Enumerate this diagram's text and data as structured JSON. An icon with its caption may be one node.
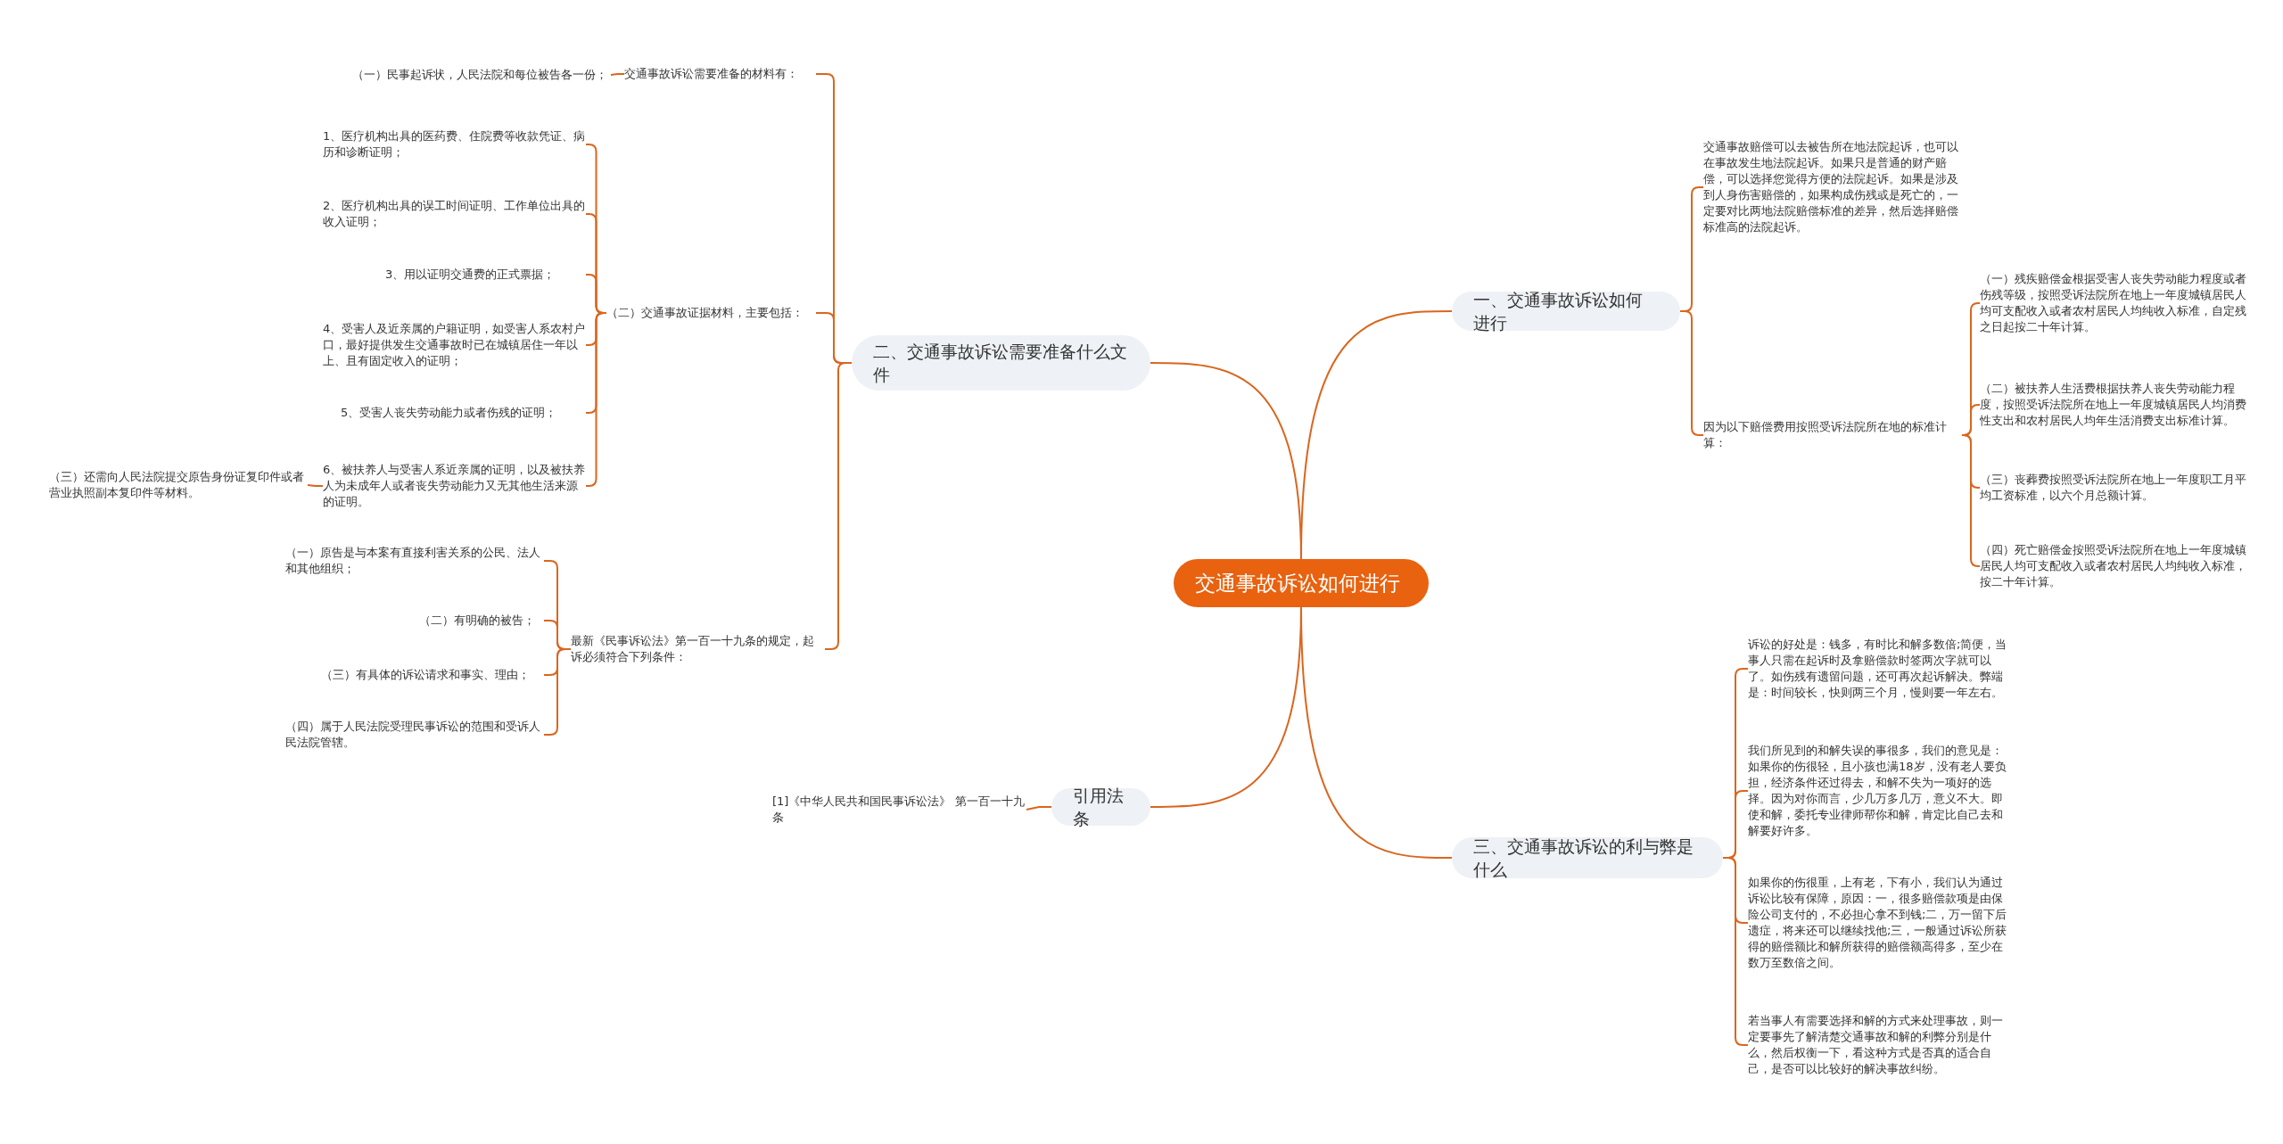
{
  "diagram": {
    "nodes": [
      {
        "text": [
          "交通事故诉讼如何进行"
        ]
      },
      {
        "text": [
          "一、交通事故诉讼如何进行"
        ]
      },
      {
        "text": [
          "交通事故赔偿可以去被告所在地法院起诉，也可以在事故发生地法院起诉。如果只是普通的财产赔偿，可以选择您觉得方便的法院起诉。如果是涉及到人身伤害赔偿的，如果构成伤残或是死亡的，一定要对比两地法院赔偿标准的差异，然后选择赔偿标准高的法院起诉。"
        ]
      },
      {
        "text": [
          "因为以下赔偿费用按照受诉法院所在地的标准计算："
        ]
      },
      {
        "text": [
          "（一）残疾赔偿金根据受害人丧失劳动能力程度或者伤残等级，按照受诉法院所在地上一年度城镇居民人均可支配收入或者农村居民人均纯收入标准，自定残之日起按二十年计算。"
        ]
      },
      {
        "text": [
          "（二）被扶养人生活费根据扶养人丧失劳动能力程度，按照受诉法院所在地上一年度城镇居民人均消费性支出和农村居民人均年生活消费支出标准计算。"
        ]
      },
      {
        "text": [
          "（三）丧葬费按照受诉法院所在地上一年度职工月平均工资标准，以六个月总额计算。"
        ]
      },
      {
        "text": [
          "（四）死亡赔偿金按照受诉法院所在地上一年度城镇居民人均可支配收入或者农村居民人均纯收入标准，按二十年计算。"
        ]
      },
      {
        "text": [
          "二、交通事故诉讼需要准备什么文件"
        ]
      },
      {
        "text": [
          "交通事故诉讼需要准备的材料有："
        ]
      },
      {
        "text": [
          "（一）民事起诉状，人民法院和每位被告各一份；"
        ]
      },
      {
        "text": [
          "（二）交通事故证据材料，主要包括："
        ]
      },
      {
        "text": [
          "1、医疗机构出具的医药费、住院费等收款凭证、病历和诊断证明；"
        ]
      },
      {
        "text": [
          "2、医疗机构出具的误工时间证明、工作单位出具的收入证明；"
        ]
      },
      {
        "text": [
          "3、用以证明交通费的正式票据；"
        ]
      },
      {
        "text": [
          "4、受害人及近亲属的户籍证明，如受害人系农村户口，最好提供发生交通事故时已在城镇居住一年以上、且有固定收入的证明；"
        ]
      },
      {
        "text": [
          "5、受害人丧失劳动能力或者伤残的证明；"
        ]
      },
      {
        "text": [
          "6、被扶养人与受害人系近亲属的证明，以及被扶养人为未成年人或者丧失劳动能力又无其他生活来源的证明。"
        ]
      },
      {
        "text": [
          "（三）还需向人民法院提交原告身份证复印件或者营业执照副本复印件等材料。"
        ]
      },
      {
        "text": [
          "最新《民事诉讼法》第一百一十九条的规定，起诉必须符合下列条件："
        ]
      },
      {
        "text": [
          "（一）原告是与本案有直接利害关系的公民、法人和其他组织；"
        ]
      },
      {
        "text": [
          "（二）有明确的被告；"
        ]
      },
      {
        "text": [
          "（三）有具体的诉讼请求和事实、理由；"
        ]
      },
      {
        "text": [
          "（四）属于人民法院受理民事诉讼的范围和受诉人民法院管辖。"
        ]
      },
      {
        "text": [
          "引用法条"
        ]
      },
      {
        "text": [
          "[1]《中华人民共和国民事诉讼法》 第一百一十九条"
        ]
      },
      {
        "text": [
          "三、交通事故诉讼的利与弊是什么"
        ]
      },
      {
        "text": [
          "诉讼的好处是：钱多，有时比和解多数倍;简便，当事人只需在起诉时及拿赔偿款时签两次字就可以了。如伤残有遗留问题，还可再次起诉解决。弊端是：时间较长，快则两三个月，慢则要一年左右。"
        ]
      },
      {
        "text": [
          "我们所见到的和解失误的事很多，我们的意见是：如果你的伤很轻，且小孩也满18岁，没有老人要负担，经济条件还过得去，和解不失为一项好的选择。因为对你而言，少几万多几万，意义不大。即使和解，委托专业律师帮你和解，肯定比自己去和解要好许多。"
        ]
      },
      {
        "text": [
          "如果你的伤很重，上有老，下有小，我们认为通过诉讼比较有保障，原因：一，很多赔偿款项是由保险公司支付的，不必担心拿不到钱;二，万一留下后遗症，将来还可以继续找他;三，一般通过诉讼所获得的赔偿额比和解所获得的赔偿额高得多，至少在数万至数倍之间。"
        ]
      },
      {
        "text": [
          "若当事人有需要选择和解的方式来处理事故，则一定要事先了解清楚交通事故和解的利弊分别是什么，然后权衡一下，看这种方式是否真的适合自己，是否可以比较好的解决事故纠纷。"
        ]
      }
    ],
    "edges": [
      {
        "from": 0,
        "to": 1,
        "arrow": "none"
      },
      {
        "from": 1,
        "to": 2,
        "arrow": "none"
      },
      {
        "from": 1,
        "to": 3,
        "arrow": "none"
      },
      {
        "from": 3,
        "to": 4,
        "arrow": "none"
      },
      {
        "from": 3,
        "to": 5,
        "arrow": "none"
      },
      {
        "from": 3,
        "to": 6,
        "arrow": "none"
      },
      {
        "from": 3,
        "to": 7,
        "arrow": "none"
      },
      {
        "from": 0,
        "to": 8,
        "arrow": "none"
      },
      {
        "from": 8,
        "to": 9,
        "arrow": "none"
      },
      {
        "from": 9,
        "to": 10,
        "arrow": "none"
      },
      {
        "from": 8,
        "to": 11,
        "arrow": "none"
      },
      {
        "from": 11,
        "to": 12,
        "arrow": "none"
      },
      {
        "from": 11,
        "to": 13,
        "arrow": "none"
      },
      {
        "from": 11,
        "to": 14,
        "arrow": "none"
      },
      {
        "from": 11,
        "to": 15,
        "arrow": "none"
      },
      {
        "from": 11,
        "to": 16,
        "arrow": "none"
      },
      {
        "from": 11,
        "to": 17,
        "arrow": "none"
      },
      {
        "from": 17,
        "to": 18,
        "arrow": "none"
      },
      {
        "from": 8,
        "to": 19,
        "arrow": "none"
      },
      {
        "from": 19,
        "to": 20,
        "arrow": "none"
      },
      {
        "from": 19,
        "to": 21,
        "arrow": "none"
      },
      {
        "from": 19,
        "to": 22,
        "arrow": "none"
      },
      {
        "from": 19,
        "to": 23,
        "arrow": "none"
      },
      {
        "from": 0,
        "to": 24,
        "arrow": "none"
      },
      {
        "from": 24,
        "to": 25,
        "arrow": "none"
      },
      {
        "from": 0,
        "to": 26,
        "arrow": "none"
      },
      {
        "from": 26,
        "to": 27,
        "arrow": "none"
      },
      {
        "from": 26,
        "to": 28,
        "arrow": "none"
      },
      {
        "from": 26,
        "to": 29,
        "arrow": "none"
      },
      {
        "from": 26,
        "to": 30,
        "arrow": "none"
      }
    ]
  }
}
